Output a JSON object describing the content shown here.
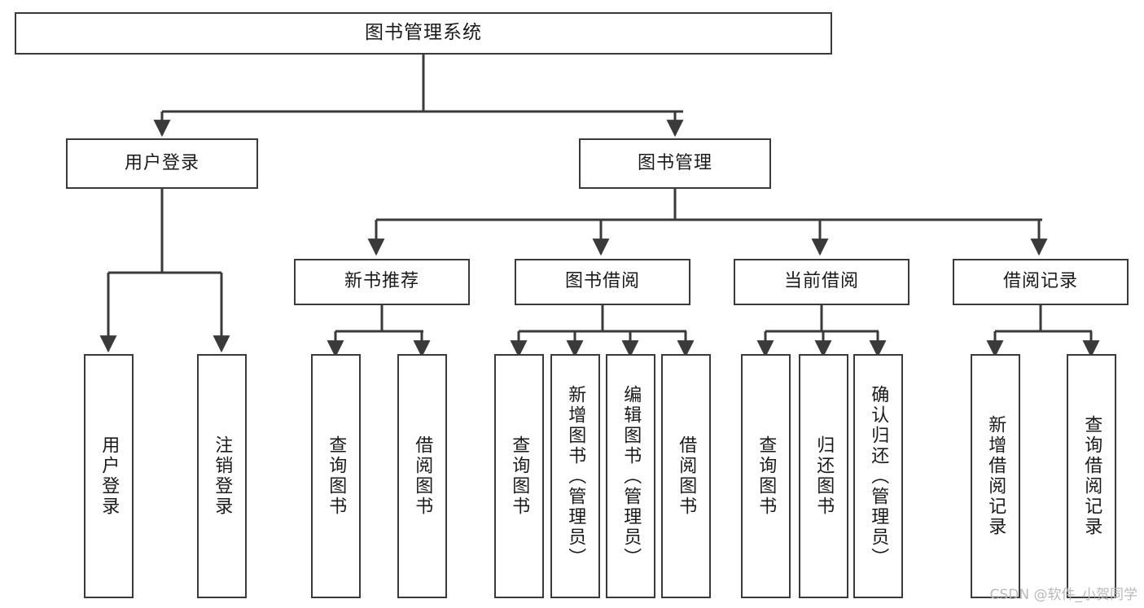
{
  "diagram": {
    "title": "图书管理系统",
    "type": "tree-hierarchy-chart",
    "root": {
      "label": "图书管理系统"
    },
    "level2": [
      {
        "label": "用户登录"
      },
      {
        "label": "图书管理"
      }
    ],
    "level3": [
      {
        "label": "新书推荐"
      },
      {
        "label": "图书借阅"
      },
      {
        "label": "当前借阅"
      },
      {
        "label": "借阅记录"
      }
    ],
    "leaves": {
      "user_login": [
        {
          "label": "用户登录"
        },
        {
          "label": "注销登录"
        }
      ],
      "new_book_recommend": [
        {
          "label": "查询图书"
        },
        {
          "label": "借阅图书"
        }
      ],
      "book_borrow": [
        {
          "label": "查询图书"
        },
        {
          "label": "新增图书（管理员）"
        },
        {
          "label": "编辑图书（管理员）"
        },
        {
          "label": "借阅图书"
        }
      ],
      "current_borrow": [
        {
          "label": "查询图书"
        },
        {
          "label": "归还图书"
        },
        {
          "label": "确认归还（管理员）"
        }
      ],
      "borrow_records": [
        {
          "label": "新增借阅记录"
        },
        {
          "label": "查询借阅记录"
        }
      ]
    }
  },
  "watermark": {
    "text": "CSDN @软件_小贺同学"
  },
  "colors": {
    "stroke": "#3a3a3a",
    "box_fill": "#ffffff",
    "text": "#1a1a1a",
    "watermark": "#b9b9b9"
  }
}
